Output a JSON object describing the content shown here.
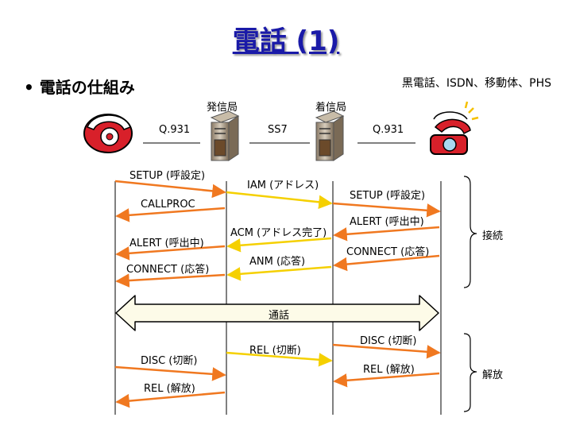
{
  "title": "電話 (1)",
  "bullet": "• 電話の仕組み",
  "subtitle": "黒電話、ISDN、移動体、PHS",
  "nodes": {
    "originating_exchange": "発信局",
    "terminating_exchange": "着信局"
  },
  "links": {
    "left": "Q.931",
    "middle": "SS7",
    "right": "Q.931"
  },
  "messages": {
    "setup_left": "SETUP (呼設定)",
    "iam": "IAM (アドレス)",
    "setup_right": "SETUP (呼設定)",
    "callproc": "CALLPROC",
    "alert_right": "ALERT (呼出中)",
    "acm": "ACM (アドレス完了)",
    "alert_left": "ALERT (呼出中)",
    "connect_right": "CONNECT (応答)",
    "anm": "ANM (応答)",
    "connect_left": "CONNECT (応答)",
    "call": "通話",
    "disc_right": "DISC (切断)",
    "rel_middle": "REL (切断)",
    "disc_left": "DISC (切断)",
    "rel_right": "REL (解放)",
    "rel_left": "REL (解放)"
  },
  "phases": {
    "connect": "接続",
    "release": "解放"
  },
  "icons": {
    "caller_phone": "red-telephone-icon",
    "exchange_left": "server-cabinet-icon",
    "exchange_right": "server-cabinet-icon",
    "callee_phone": "ringing-telephone-icon"
  },
  "colors": {
    "title": "#1a1aa8",
    "orange_arrow": "#f07820",
    "yellow_arrow": "#f5d000",
    "phone_red": "#d8202a",
    "call_band": "#fdfbe8"
  }
}
